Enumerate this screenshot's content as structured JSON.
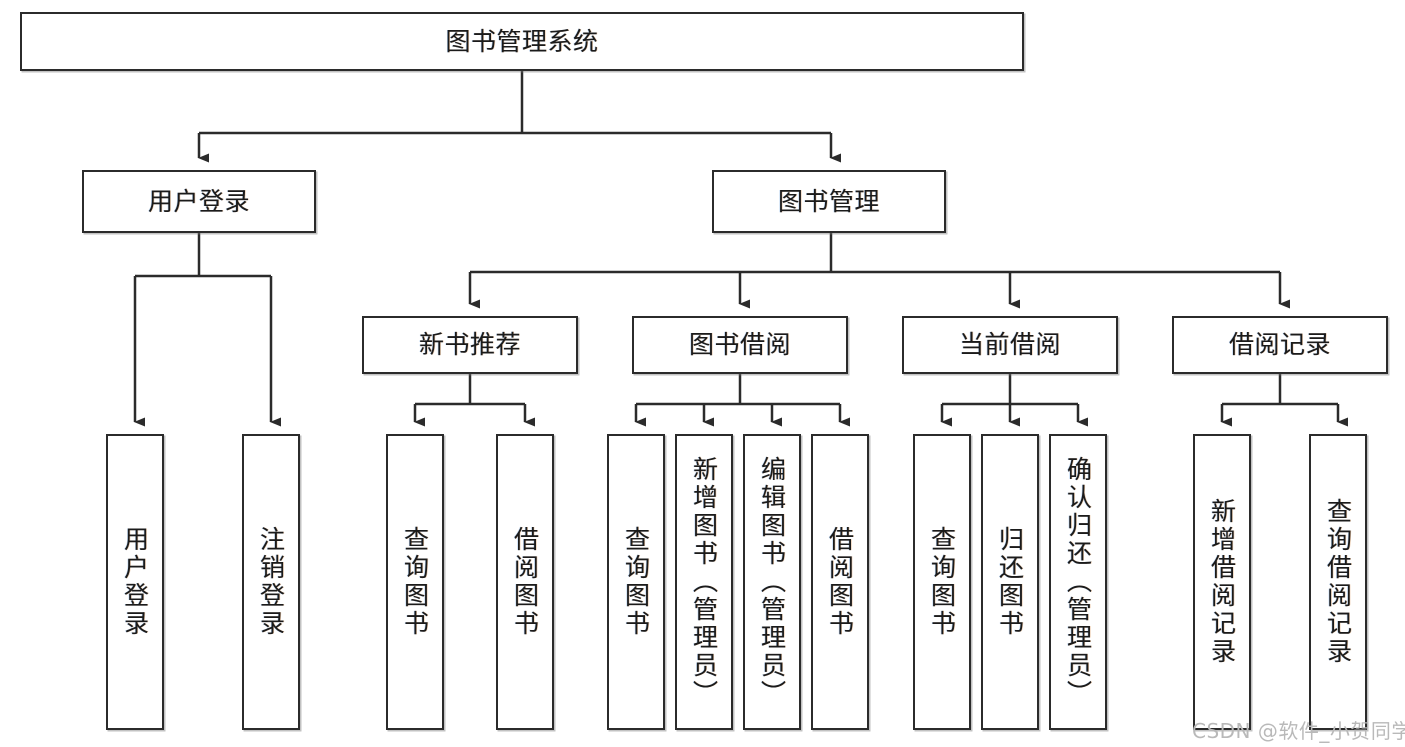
{
  "diagram": {
    "title": "图书管理系统",
    "type": "tree",
    "watermark": "CSDN @软件_小贺同学",
    "colors": {
      "stroke": "#2b2b2b",
      "fill": "#ffffff",
      "text": "#1b1b1b",
      "watermark": "#b9b9b9"
    },
    "nodes": {
      "root": {
        "label": "图书管理系统"
      },
      "level2": [
        {
          "label": "用户登录"
        },
        {
          "label": "图书管理"
        }
      ],
      "level3": [
        {
          "label": "新书推荐"
        },
        {
          "label": "图书借阅"
        },
        {
          "label": "当前借阅"
        },
        {
          "label": "借阅记录"
        }
      ],
      "leaves": {
        "user_login": [
          {
            "label": "用户登录"
          },
          {
            "label": "注销登录"
          }
        ],
        "new_book_recommend": [
          {
            "label": "查询图书"
          },
          {
            "label": "借阅图书"
          }
        ],
        "book_borrow": [
          {
            "label": "查询图书"
          },
          {
            "label": "新增图书（管理员）"
          },
          {
            "label": "编辑图书（管理员）"
          },
          {
            "label": "借阅图书"
          }
        ],
        "current_borrow": [
          {
            "label": "查询图书"
          },
          {
            "label": "归还图书"
          },
          {
            "label": "确认归还（管理员）"
          }
        ],
        "borrow_record": [
          {
            "label": "新增借阅记录"
          },
          {
            "label": "查询借阅记录"
          }
        ]
      }
    }
  }
}
